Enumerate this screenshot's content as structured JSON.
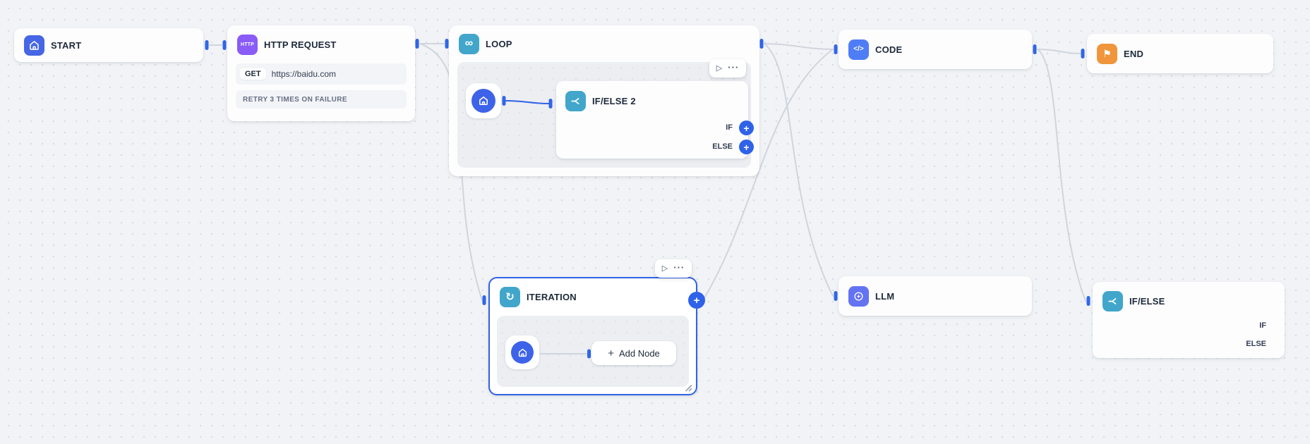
{
  "canvas": {
    "background": "#F1F3F6",
    "dot_color": "#D8DDE5"
  },
  "colors": {
    "edge": "#D0D5DD",
    "edge_active": "#2F62E8",
    "port": "#3166E9",
    "selected_border": "#2F62E8",
    "start_icon": "#4666E5",
    "http_icon": "#8A5BF6",
    "loop_icon": "#42A6CB",
    "ifelse_icon": "#42A6CB",
    "iteration_icon": "#42A6CB",
    "code_icon": "#4F7DF6",
    "llm_icon": "#6473F2",
    "end_icon": "#F0953B"
  },
  "glyphs": {
    "http_badge": "HTTP",
    "code": "</>",
    "loop": "∞",
    "iteration": "↻",
    "end_flag": "⚑",
    "play": "▷",
    "more": "···",
    "plus": "+"
  },
  "nodes": {
    "start": {
      "title": "START"
    },
    "http_request": {
      "title": "HTTP REQUEST",
      "method": "GET",
      "url": "https://baidu.com",
      "retry_text": "RETRY 3 TIMES ON FAILURE"
    },
    "loop": {
      "title": "LOOP"
    },
    "if_else_2": {
      "title": "IF/ELSE 2",
      "branches": [
        "IF",
        "ELSE"
      ]
    },
    "code": {
      "title": "CODE"
    },
    "end": {
      "title": "END"
    },
    "iteration": {
      "title": "ITERATION",
      "add_node_label": "Add Node"
    },
    "llm": {
      "title": "LLM"
    },
    "if_else": {
      "title": "IF/ELSE",
      "branches": [
        "IF",
        "ELSE"
      ]
    }
  },
  "edges": [
    {
      "from": "start",
      "to": "http-request"
    },
    {
      "from": "http-request",
      "to": "loop"
    },
    {
      "from": "http-request",
      "to": "iteration"
    },
    {
      "from": "loop",
      "to": "code"
    },
    {
      "from": "loop",
      "to": "llm"
    },
    {
      "from": "iteration",
      "to": "code"
    },
    {
      "from": "code",
      "to": "end"
    },
    {
      "from": "code",
      "to": "if-else"
    },
    {
      "from": "loop-start",
      "to": "if-else-2"
    },
    {
      "from": "iteration-start",
      "to": "add-node"
    }
  ]
}
